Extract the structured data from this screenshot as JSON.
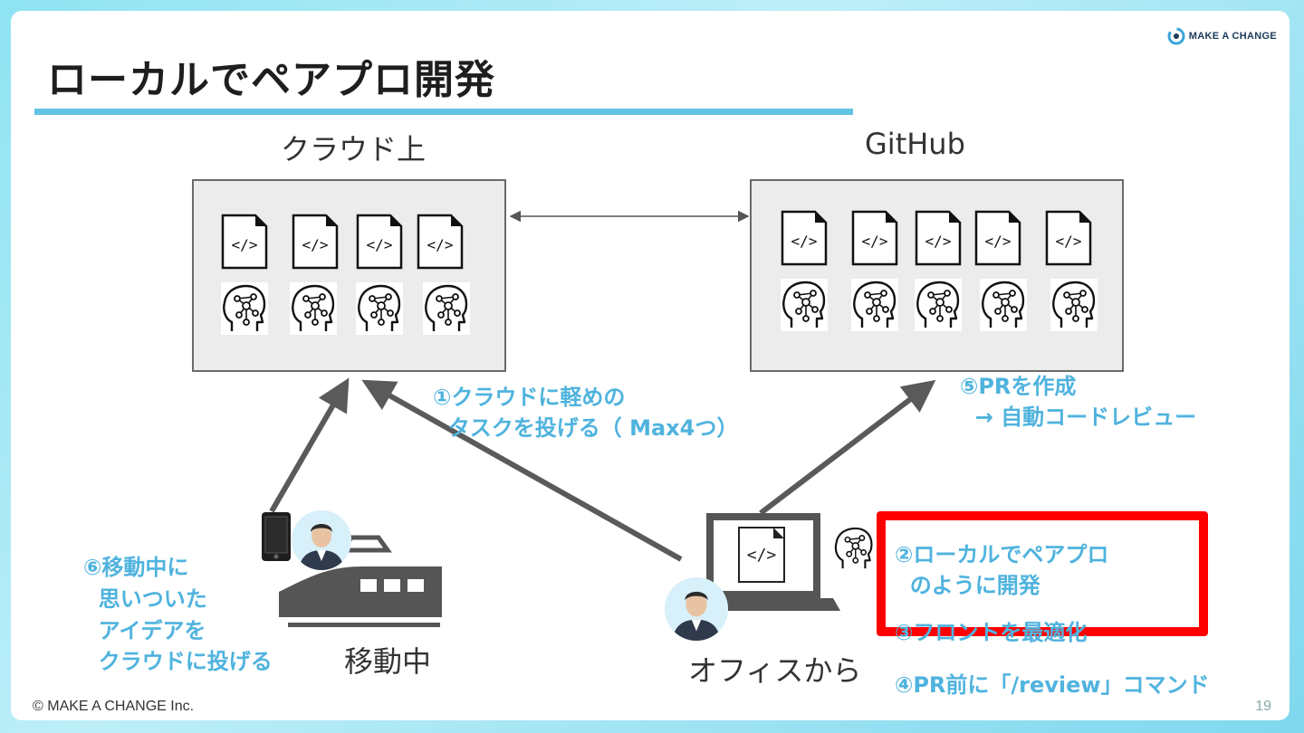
{
  "slide": {
    "title": "ローカルでペアプロ開発",
    "logo_text": "MAKE A CHANGE",
    "footer": "© MAKE A CHANGE Inc.",
    "page_number": "19"
  },
  "sections": {
    "cloud_label": "クラウド上",
    "github_label": "GitHub"
  },
  "steps": {
    "step1": "①クラウドに軽めの\n  タスクを投げる（ Max4つ）",
    "step2": "②ローカルでペアプロ\n  のように開発",
    "step3": "③フロントを最適化",
    "step4": "④PR前に「/review」コマンド",
    "step5": "⑤PRを作成\n  → 自動コードレビュー",
    "step6": "⑥移動中に\n  思いついた\n  アイデアを\n  クラウドに投げる"
  },
  "captions": {
    "moving": "移動中",
    "office": "オフィスから"
  },
  "colors": {
    "accent_blue": "#4fb3de",
    "highlight_red": "#ff0000",
    "arrow_gray": "#5a5a5a"
  },
  "icons": [
    "code-file-icon",
    "ai-brain-icon",
    "smartphone-icon",
    "train-icon",
    "laptop-icon",
    "avatar"
  ]
}
